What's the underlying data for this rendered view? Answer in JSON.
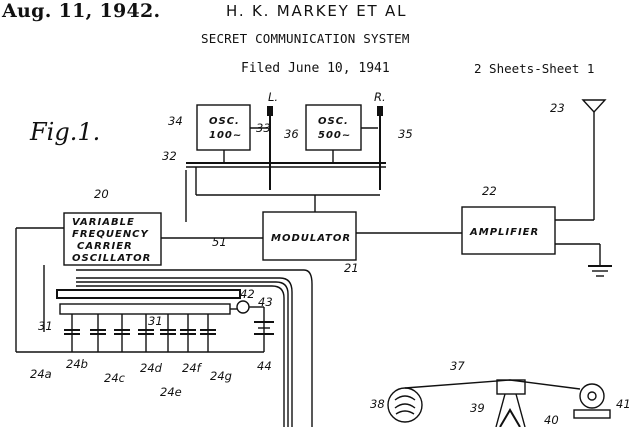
{
  "header": {
    "date": "Aug. 11, 1942.",
    "inventor": "H. K. MARKEY ET AL",
    "title": "SECRET COMMUNICATION SYSTEM",
    "filed": "Filed June 10, 1941",
    "sheet": "2 Sheets-Sheet 1"
  },
  "figure": {
    "label": "Fig.1.",
    "osc_left": {
      "line1": "OSC.",
      "line2": "100~"
    },
    "osc_right": {
      "line1": "OSC.",
      "line2": "500~"
    },
    "vfo": [
      "VARIABLE",
      "FREQUENCY",
      "CARRIER",
      "OSCILLATOR"
    ],
    "modulator": "MODULATOR",
    "amplifier": "AMPLIFIER",
    "channel_left": "L.",
    "channel_right": "R.",
    "refs": {
      "r20": "20",
      "r21": "21",
      "r22": "22",
      "r23": "23",
      "r31a": "31",
      "r31b": "31",
      "r32": "32",
      "r33": "33",
      "r34": "34",
      "r35": "35",
      "r36": "36",
      "r37": "37",
      "r38": "38",
      "r39": "39",
      "r40": "40",
      "r41": "41",
      "r42": "42",
      "r43": "43",
      "r44": "44",
      "r51": "51",
      "r24a": "24a",
      "r24b": "24b",
      "r24c": "24c",
      "r24d": "24d",
      "r24e": "24e",
      "r24f": "24f",
      "r24g": "24g"
    }
  }
}
